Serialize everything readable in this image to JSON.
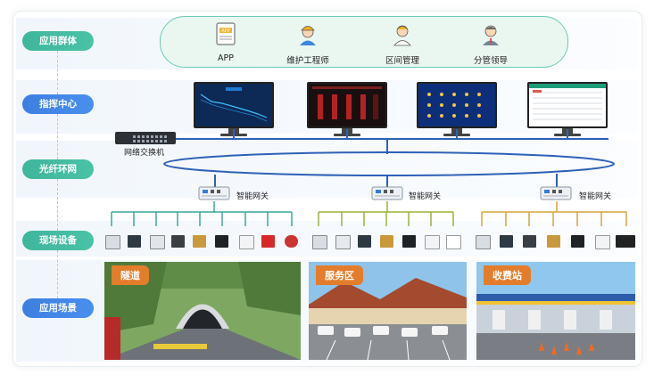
{
  "layers": [
    {
      "id": "app",
      "label": "应用群体"
    },
    {
      "id": "command",
      "label": "指挥中心"
    },
    {
      "id": "ring",
      "label": "光纤环网"
    },
    {
      "id": "devices",
      "label": "现场设备"
    },
    {
      "id": "scenes",
      "label": "应用场景"
    }
  ],
  "user_groups": [
    {
      "label": "APP",
      "icon": "app-document-icon"
    },
    {
      "label": "维护工程师",
      "icon": "engineer-hardhat-icon"
    },
    {
      "label": "区间管理",
      "icon": "manager-person-icon"
    },
    {
      "label": "分管领导",
      "icon": "leader-suit-icon"
    }
  ],
  "switch_label": "网络交换机",
  "gateway_label": "智能网关",
  "scenes": [
    {
      "label": "隧道"
    },
    {
      "label": "服务区"
    },
    {
      "label": "收费站"
    }
  ],
  "colors": {
    "pill_teal": "#3fb69d",
    "pill_blue": "#3d7fe0",
    "bus_blue": "#2e61b8",
    "branch_teal": "#3aa89c",
    "branch_olive": "#9bb33c",
    "branch_gold": "#d6a63a",
    "scene_tag": "#e37d2b"
  }
}
